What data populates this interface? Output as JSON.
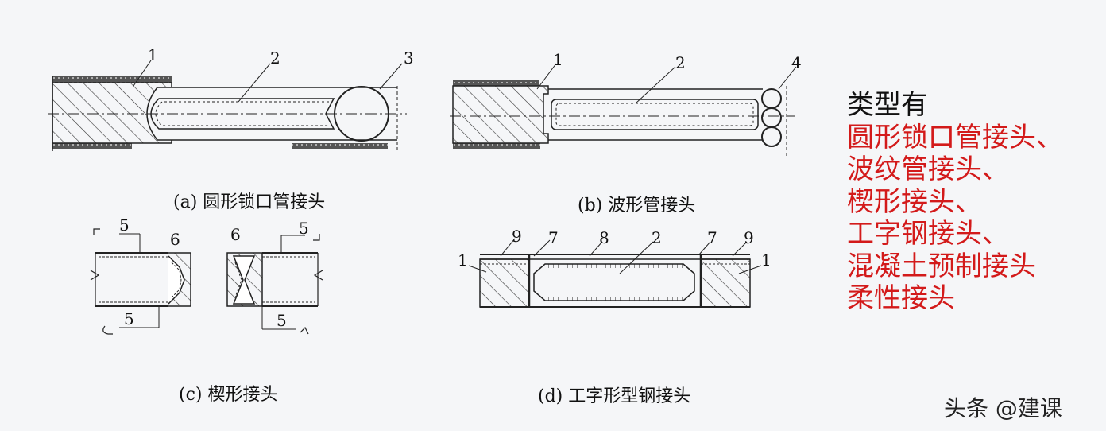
{
  "figures": {
    "a": {
      "caption": "(a) 圆形锁口管接头",
      "labels": [
        "1",
        "2",
        "3"
      ]
    },
    "b": {
      "caption": "(b) 波形管接头",
      "labels": [
        "1",
        "2",
        "4"
      ]
    },
    "c": {
      "caption": "(c) 楔形接头",
      "labels": [
        "5",
        "6",
        "6",
        "5",
        "5",
        "5"
      ]
    },
    "d": {
      "caption": "(d) 工字形型钢接头",
      "labels": [
        "1",
        "9",
        "7",
        "8",
        "2",
        "7",
        "9",
        "1"
      ]
    }
  },
  "side_panel": {
    "heading": "类型有",
    "items": [
      "圆形锁口管接头、",
      "波纹管接头、",
      "楔形接头、",
      "工字钢接头、",
      "混凝土预制接头",
      "柔性接头"
    ],
    "item_color": "#d31a1a"
  },
  "watermark": "头条 @建课"
}
